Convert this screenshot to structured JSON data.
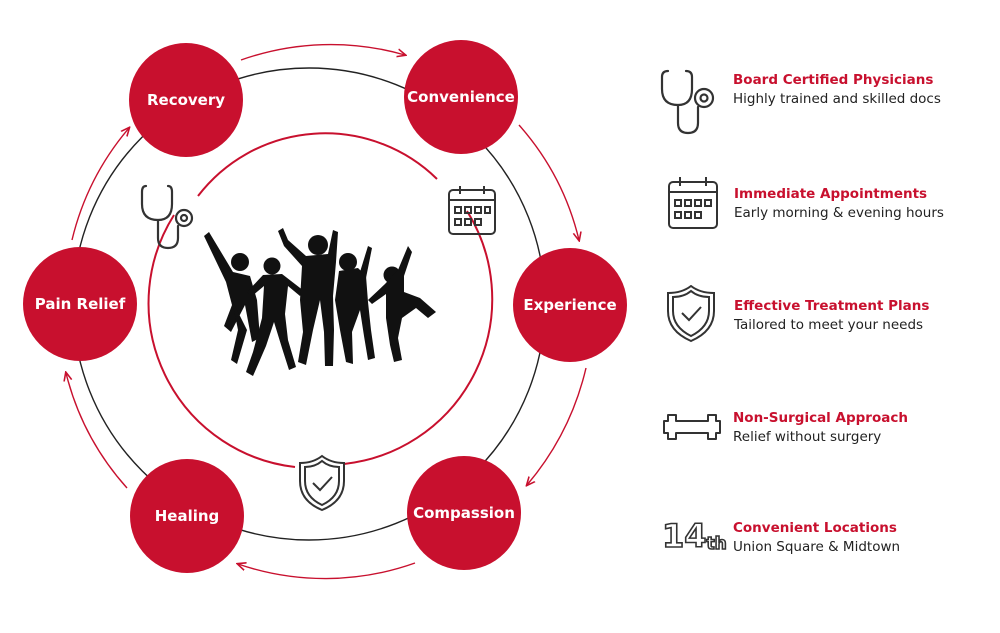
{
  "cycle": {
    "nodes": [
      {
        "label": "Recovery"
      },
      {
        "label": "Convenience"
      },
      {
        "label": "Experience"
      },
      {
        "label": "Compassion"
      },
      {
        "label": "Healing"
      },
      {
        "label": "Pain Relief"
      }
    ]
  },
  "features": [
    {
      "title": "Board Certified Physicians",
      "description": "Highly trained and skilled docs",
      "icon": "stethoscope-icon"
    },
    {
      "title": "Immediate Appointments",
      "description": "Early morning & evening hours",
      "icon": "calendar-icon"
    },
    {
      "title": "Effective Treatment Plans",
      "description": "Tailored to meet your needs",
      "icon": "shield-check-icon"
    },
    {
      "title": "Non-Surgical Approach",
      "description": "Relief without surgery",
      "icon": "dumbbell-icon"
    },
    {
      "title": "Convenient Locations",
      "description": "Union Square & Midtown",
      "icon": "14th-badge-icon",
      "badge_text": "14th"
    }
  ],
  "colors": {
    "accent": "#c8102e",
    "ring": "#222222",
    "text": "#222222",
    "silhouette": "#111111",
    "icon_stroke": "#333333"
  }
}
